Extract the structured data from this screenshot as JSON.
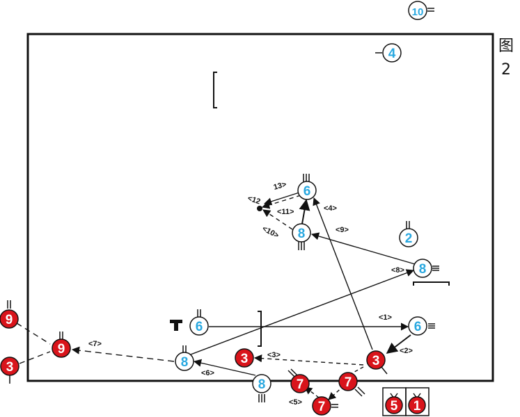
{
  "figure_label": {
    "char": "图",
    "number": "2"
  },
  "colors": {
    "blue": "#29a8e0",
    "red": "#d9141b",
    "ink": "#111111"
  },
  "paths": {
    "p1": "<1>",
    "p2": "<2>",
    "p3": "<3>",
    "p4": "<4>",
    "p5": "<5>",
    "p6": "<6>",
    "p7": "<7>",
    "p8": "<8>",
    "p9": "<9>",
    "p10": "<10>",
    "p11": "<11>",
    "p12": "<12",
    "p13": "13>"
  },
  "players": {
    "blue_10": "10",
    "blue_4": "4",
    "blue_6_top": "6",
    "blue_2": "2",
    "blue_8_mid": "8",
    "blue_8_right": "8",
    "blue_6_left": "6",
    "blue_6_right": "6",
    "blue_8_bottom": "8",
    "blue_8_baseline": "8",
    "red_9_out": "9",
    "red_9": "9",
    "red_3_out": "3",
    "red_3_mid": "3",
    "red_3_right": "3",
    "red_7_a": "7",
    "red_7_b": "7",
    "red_7_c": "7",
    "red_5_bench": "5",
    "red_1_bench": "1"
  }
}
